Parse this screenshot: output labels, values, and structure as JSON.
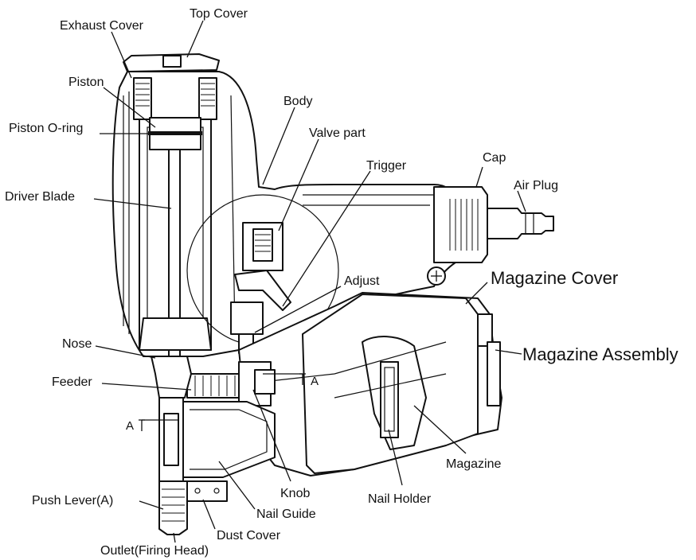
{
  "diagram": {
    "labels": {
      "top_cover": "Top Cover",
      "exhaust_cover": "Exhaust Cover",
      "piston": "Piston",
      "piston_o_ring": "Piston O-ring",
      "driver_blade": "Driver Blade",
      "body": "Body",
      "valve_part": "Valve part",
      "trigger": "Trigger",
      "cap": "Cap",
      "air_plug": "Air Plug",
      "magazine_cover": "Magazine Cover",
      "adjust": "Adjust",
      "magazine_assembly": "Magazine Assembly",
      "nose": "Nose",
      "feeder": "Feeder",
      "section_a_right": "A",
      "section_a_left": "A",
      "magazine": "Magazine",
      "knob": "Knob",
      "nail_holder": "Nail Holder",
      "push_lever_a": "Push Lever(A)",
      "nail_guide": "Nail Guide",
      "dust_cover": "Dust Cover",
      "outlet_firing_head": "Outlet(Firing Head)"
    }
  }
}
